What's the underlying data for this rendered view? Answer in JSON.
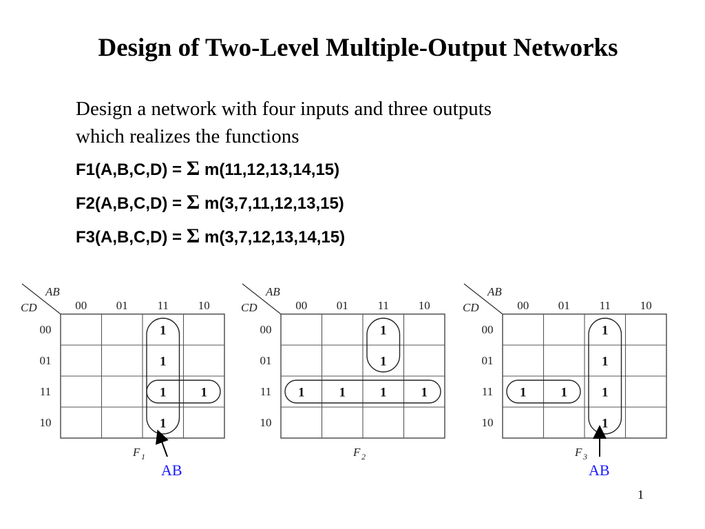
{
  "slide": {
    "title": "Design of Two-Level Multiple-Output Networks",
    "intro": "Design a network with four inputs and three outputs which realizes the functions",
    "functions": [
      {
        "lhs": "F1(A,B,C,D) =",
        "sigma": "Σ",
        "rhs": "m(11,12,13,14,15)"
      },
      {
        "lhs": "F2(A,B,C,D) =",
        "sigma": "Σ",
        "rhs": "m(3,7,11,12,13,15)"
      },
      {
        "lhs": "F3(A,B,C,D) =",
        "sigma": "Σ",
        "rhs": "m(3,7,12,13,14,15)"
      }
    ],
    "page_number": "1"
  },
  "kmap_common": {
    "row_var": "CD",
    "col_var": "AB",
    "col_labels": [
      "00",
      "01",
      "11",
      "10"
    ],
    "row_labels": [
      "00",
      "01",
      "11",
      "10"
    ]
  },
  "kmaps": [
    {
      "name": "F",
      "subscript": "1",
      "cells": [
        [
          "",
          "",
          "1",
          ""
        ],
        [
          "",
          "",
          "1",
          ""
        ],
        [
          "",
          "",
          "1",
          "1"
        ],
        [
          "",
          "",
          "1",
          ""
        ]
      ],
      "arrow_label": "AB"
    },
    {
      "name": "F",
      "subscript": "2",
      "cells": [
        [
          "",
          "",
          "1",
          ""
        ],
        [
          "",
          "",
          "1",
          ""
        ],
        [
          "1",
          "1",
          "1",
          "1"
        ],
        [
          "",
          "",
          "",
          ""
        ]
      ],
      "arrow_label": ""
    },
    {
      "name": "F",
      "subscript": "3",
      "cells": [
        [
          "",
          "",
          "1",
          ""
        ],
        [
          "",
          "",
          "1",
          ""
        ],
        [
          "1",
          "1",
          "1",
          ""
        ],
        [
          "",
          "",
          "1",
          ""
        ]
      ],
      "arrow_label": "AB"
    }
  ]
}
